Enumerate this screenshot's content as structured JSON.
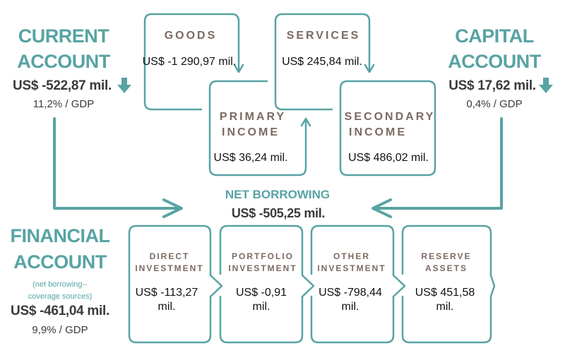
{
  "colors": {
    "accent": "#58a3a3",
    "heading": "#7a6a62",
    "text": "#3a3a3a"
  },
  "current_account": {
    "title_line1": "CURRENT",
    "title_line2": "ACCOUNT",
    "value": "US$ -522,87 mil.",
    "pct": "11,2% / GDP",
    "trend_icon": "arrow-down-icon"
  },
  "capital_account": {
    "title_line1": "CAPITAL",
    "title_line2": "ACCOUNT",
    "value": "US$ 17,62 mil.",
    "pct": "0,4% / GDP",
    "trend_icon": "arrow-down-icon"
  },
  "goods": {
    "title": "GOODS",
    "value": "US$ -1 290,97 mil."
  },
  "services": {
    "title": "SERVICES",
    "value": "US$ 245,84 mil."
  },
  "primary_income": {
    "title_line1": "PRIMARY",
    "title_line2": "INCOME",
    "value": "US$ 36,24 mil."
  },
  "secondary_income": {
    "title_line1": "SECONDARY",
    "title_line2": "INCOME",
    "value": "US$ 486,02 mil."
  },
  "net_borrowing": {
    "title": "NET BORROWING",
    "value": "US$ -505,25 mil."
  },
  "financial_account": {
    "title_line1": "FINANCIAL",
    "title_line2": "ACCOUNT",
    "note_line1": "(net borrowing--",
    "note_line2": "coverage sources)",
    "value": "US$ -461,04 mil.",
    "pct": "9,9% / GDP"
  },
  "financial_items": [
    {
      "title_line1": "DIRECT",
      "title_line2": "INVESTMENT",
      "value_line1": "US$ -113,27",
      "value_line2": "mil."
    },
    {
      "title_line1": "PORTFOLIO",
      "title_line2": "INVESTMENT",
      "value_line1": "US$ -0,91",
      "value_line2": "mil."
    },
    {
      "title_line1": "OTHER",
      "title_line2": "INVESTMENT",
      "value_line1": "US$ -798,44",
      "value_line2": "mil."
    },
    {
      "title_line1": "RESERVE",
      "title_line2": "ASSETS",
      "value_line1": "US$ 451,58",
      "value_line2": "mil."
    }
  ]
}
